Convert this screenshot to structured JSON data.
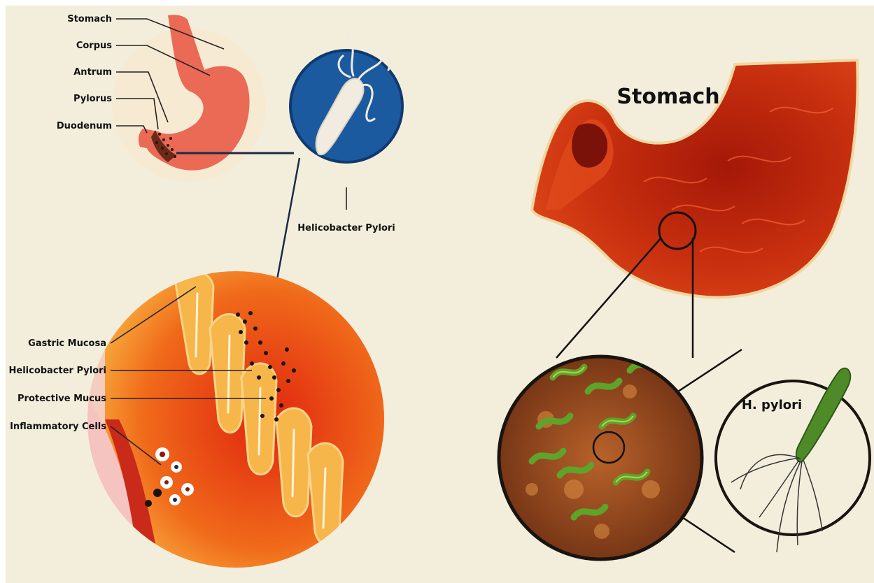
{
  "left_diagram": {
    "stomach_labels": [
      "Stomach",
      "Corpus",
      "Antrum",
      "Pylorus",
      "Duodenum"
    ],
    "bacterium_label": "Helicobacter Pylori",
    "mucosa_labels": [
      "Gastric Mucosa",
      "Helicobacter Pylori",
      "Protective Mucus",
      "Inflammatory Cells"
    ]
  },
  "right_diagram": {
    "stomach_label": "Stomach",
    "bacterium_label": "H. pylori"
  },
  "colors": {
    "background": "#f3eedc",
    "stomach_red": "#ea6a55",
    "bacterium_circle": "#1c5aa0",
    "mucosa_orange": "#f08a2a",
    "deep_red": "#b92510",
    "bacteria_green": "#5fa32a"
  }
}
